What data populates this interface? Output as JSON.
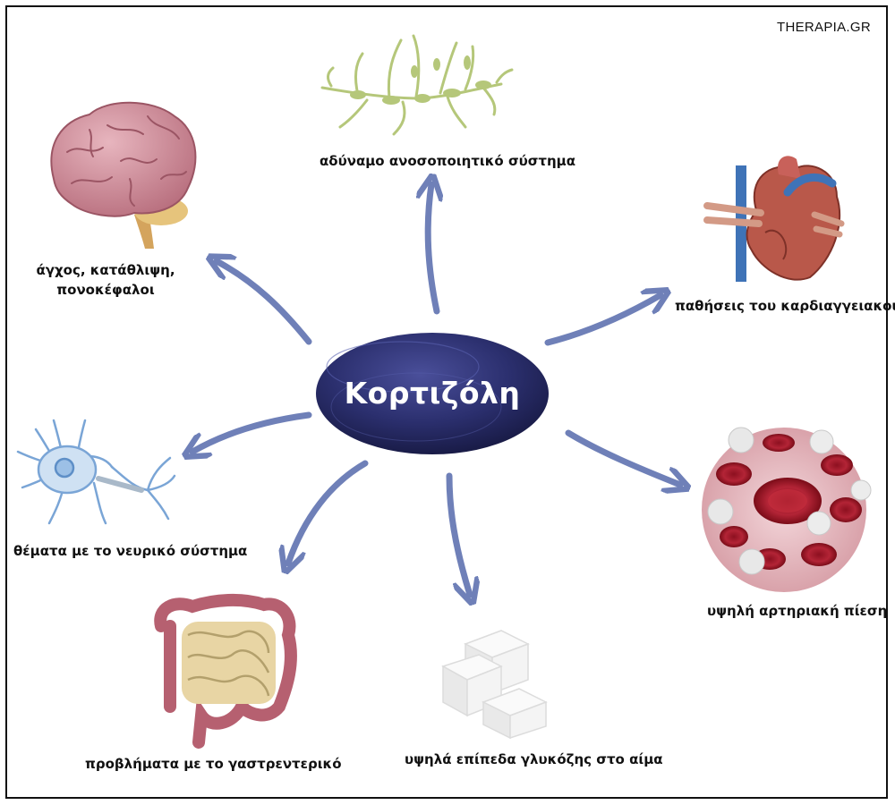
{
  "brand": "THERAPIA.GR",
  "center_label": "Κορτιζόλη",
  "effects": {
    "immune": {
      "label": "αδύναμο ανοσοποιητικό σύστημα",
      "icon": "neuron-cells-icon"
    },
    "brain": {
      "label_line1": "άγχος, κατάθλιψη,",
      "label_line2": "πονοκέφαλοι",
      "icon": "brain-icon"
    },
    "heart": {
      "label": "παθήσεις του καρδιαγγειακού",
      "icon": "heart-icon"
    },
    "nervous": {
      "label": "θέματα με το νευρικό σύστημα",
      "icon": "neuron-icon"
    },
    "blood_pressure": {
      "label": "υψηλή αρτηριακή πίεση",
      "icon": "blood-cells-icon"
    },
    "gut": {
      "label": "προβλήματα με το γαστρεντερικό",
      "icon": "intestines-icon"
    },
    "glucose": {
      "label": "υψηλά επίπεδα γλυκόζης στο αίμα",
      "icon": "sugar-cubes-icon"
    }
  },
  "colors": {
    "hub": "#2b2f6e",
    "arrow": "#6f80b8"
  }
}
